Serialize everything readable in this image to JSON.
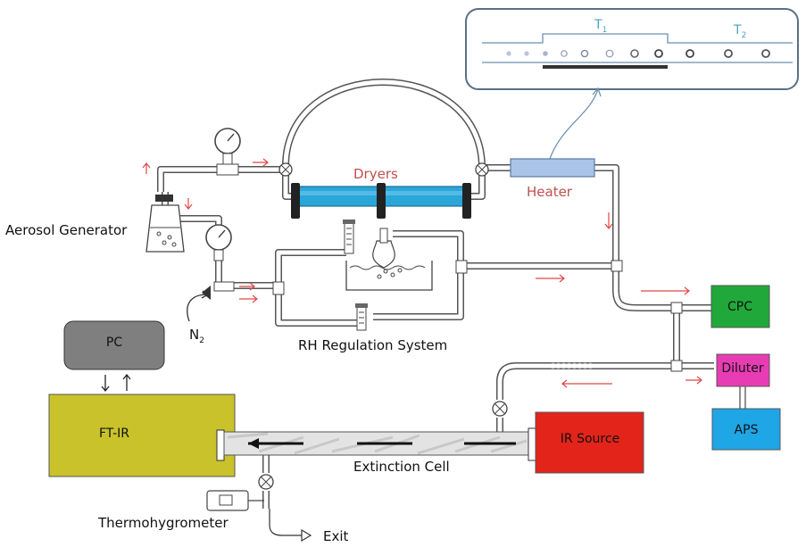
{
  "labels": {
    "aerosol_generator": "Aerosol Generator",
    "dryers": "Dryers",
    "heater": "Heater",
    "rh_regulation": "RH Regulation System",
    "n2_main": "N",
    "n2_sub": "2",
    "extinction_cell": "Extinction Cell",
    "thermohygrometer": "Thermohygrometer",
    "exit": "Exit",
    "t1_main": "T",
    "t1_sub": "1",
    "t2_main": "T",
    "t2_sub": "2"
  },
  "boxes": {
    "pc": "PC",
    "ftir": "FT-IR",
    "ir_source": "IR Source",
    "cpc": "CPC",
    "diluter": "Diluter",
    "aps": "APS"
  },
  "colors": {
    "pc": "#7f7f7f",
    "ftir": "#c9c22b",
    "ir_source": "#e3241a",
    "cpc": "#21a83a",
    "diluter": "#e83cb4",
    "aps": "#1fa6e6",
    "dryer": "#2aa6d8",
    "heater": "#a9c4e6",
    "flow_arrow": "#e04848",
    "inset_label": "#4aa3c8"
  }
}
